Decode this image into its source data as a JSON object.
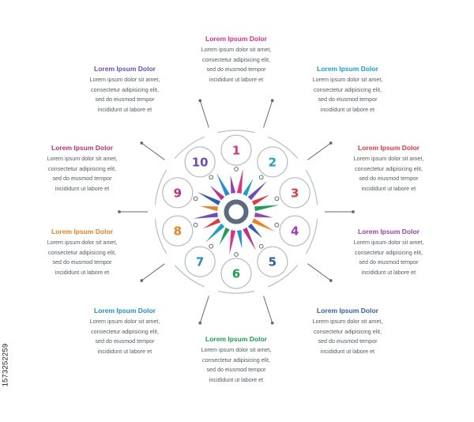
{
  "colors": {
    "background": "#ffffff",
    "outline": "#b9bec6",
    "connector": "#5f6b78",
    "hub": "#5b6b7b",
    "body_text": "#555a63"
  },
  "steps": [
    {
      "number": "1",
      "color": "#e0307e",
      "title": "Lorem Ipsum Dolor",
      "lines": [
        "Lorem ipsum dolor sit amet,",
        "consectetur adipisicing elit,",
        "sed do eiusmod tempor",
        "incididunt ut labore et"
      ]
    },
    {
      "number": "2",
      "color": "#1ba0c9",
      "title": "Lorem Ipsum Dolor",
      "lines": [
        "Lorem ipsum dolor sit amet,",
        "consectetur adipisicing elit,",
        "sed do eiusmod tempor",
        "incididunt ut labore et"
      ]
    },
    {
      "number": "3",
      "color": "#e6373e",
      "title": "Lorem Ipsum Dolor",
      "lines": [
        "Lorem ipsum dolor sit amet,",
        "consectetur adipisicing elit,",
        "sed do eiusmod tempor",
        "incididunt ut labore et"
      ]
    },
    {
      "number": "4",
      "color": "#9b3fb5",
      "title": "Lorem Ipsum Dolor",
      "lines": [
        "Lorem ipsum dolor sit amet,",
        "consectetur adipisicing elit,",
        "sed do eiusmod tempor",
        "incididunt ut labore et"
      ]
    },
    {
      "number": "5",
      "color": "#2e5db3",
      "title": "Lorem Ipsum Dolor",
      "lines": [
        "Lorem ipsum dolor sit amet,",
        "consectetur adipisicing elit,",
        "sed do eiusmod tempor",
        "incididunt ut labore et"
      ]
    },
    {
      "number": "6",
      "color": "#1aa055",
      "title": "Lorem Ipsum Dolor",
      "lines": [
        "Lorem ipsum dolor sit amet,",
        "consectetur adipisicing elit,",
        "sed do eiusmod tempor",
        "incididunt ut labore et"
      ]
    },
    {
      "number": "7",
      "color": "#1f8fd6",
      "title": "Lorem Ipsum Dolor",
      "lines": [
        "Lorem ipsum dolor sit amet,",
        "consectetur adipisicing elit,",
        "sed do eiusmod tempor",
        "incididunt ut labore et"
      ]
    },
    {
      "number": "8",
      "color": "#f07f1e",
      "title": "Lorem Ipsum Dolor",
      "lines": [
        "Lorem ipsum dolor sit amet,",
        "consectetur adipisicing elit,",
        "sed do eiusmod tempor",
        "incididunt ut labore et"
      ]
    },
    {
      "number": "9",
      "color": "#c2307f",
      "title": "Lorem Ipsum Dolor",
      "lines": [
        "Lorem ipsum dolor sit amet,",
        "consectetur adipisicing elit,",
        "sed do eiusmod tempor",
        "incididunt ut labore et"
      ]
    },
    {
      "number": "10",
      "color": "#6c4bc4",
      "title": "Lorem Ipsum Dolor",
      "lines": [
        "Lorem ipsum dolor sit amet,",
        "consectetur adipisicing elit,",
        "sed do eiusmod tempor",
        "incididunt ut labore et"
      ]
    }
  ],
  "stock_id": "1573252259"
}
